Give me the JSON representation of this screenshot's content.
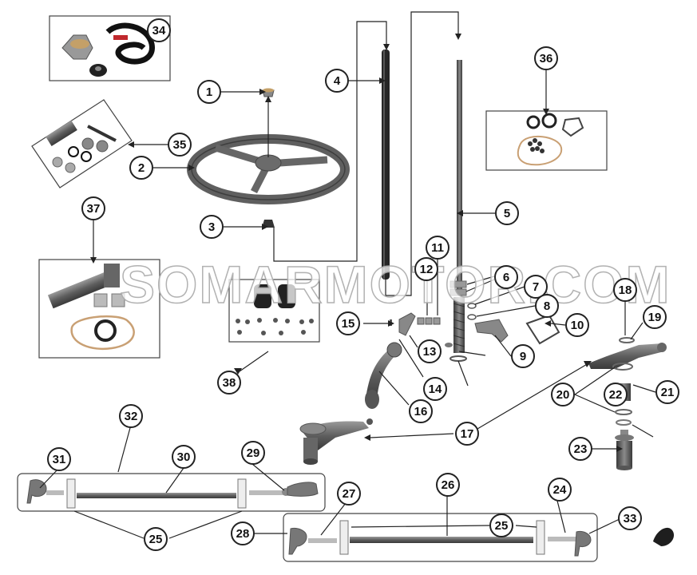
{
  "watermark": "SOMARMOTOR.COM",
  "callouts": [
    "1",
    "2",
    "3",
    "4",
    "5",
    "6",
    "7",
    "8",
    "9",
    "10",
    "11",
    "12",
    "13",
    "14",
    "15",
    "16",
    "17",
    "18",
    "19",
    "20",
    "21",
    "22",
    "23",
    "24",
    "25",
    "26",
    "27",
    "28",
    "29",
    "30",
    "31",
    "32",
    "33",
    "34",
    "35",
    "36",
    "37",
    "38"
  ],
  "colors": {
    "part_gray": "#6e6e6e",
    "part_dark": "#3c3c3c",
    "gasket": "#c9a074",
    "outline": "#222222"
  }
}
